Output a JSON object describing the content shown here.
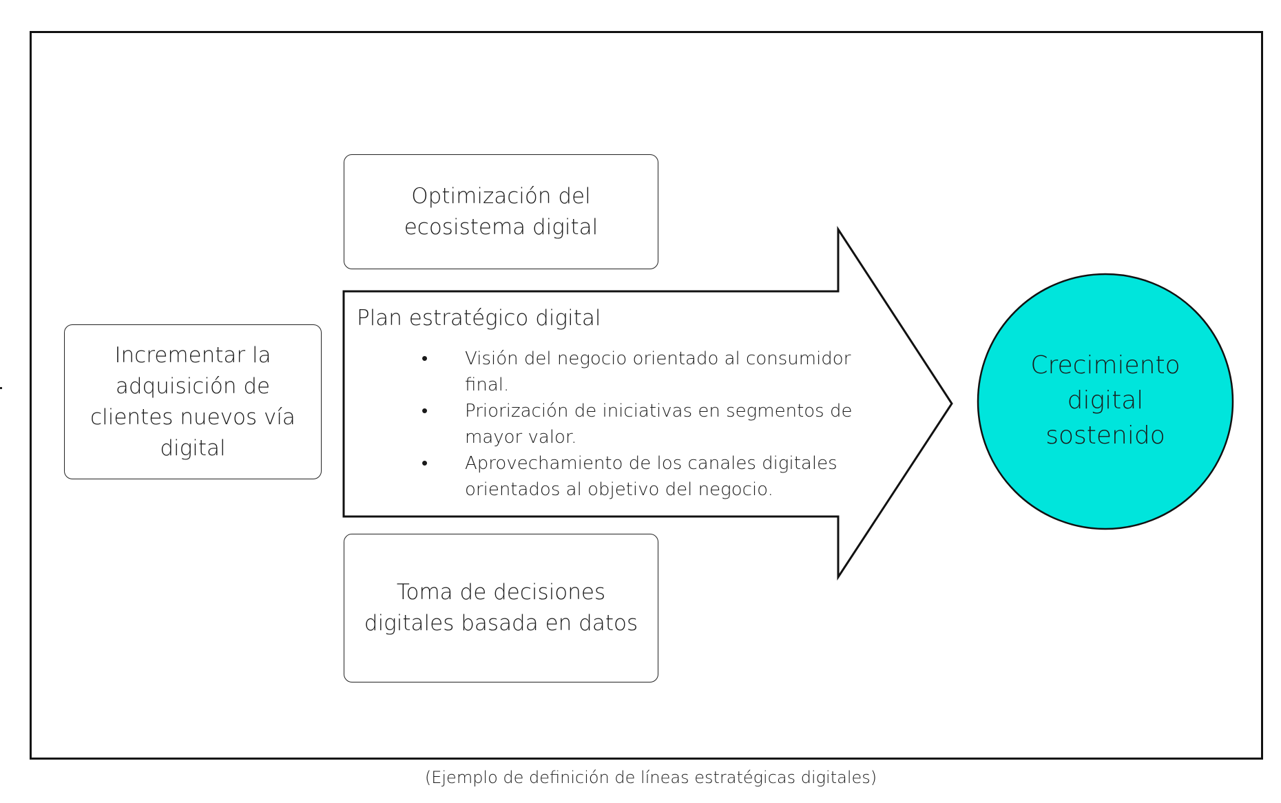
{
  "diagram": {
    "left_box": {
      "lines": [
        "Incrementar la",
        "adquisición de",
        "clientes nuevos vía",
        "digital"
      ]
    },
    "top_box": {
      "lines": [
        "Optimización del",
        "ecosistema digital"
      ]
    },
    "bottom_box": {
      "lines": [
        "Toma de decisiones",
        "digitales basada en datos"
      ]
    },
    "arrow": {
      "title": "Plan estratégico digital",
      "bullet_symbol": "•",
      "items": [
        "Visión del negocio orientado al consumidor final.",
        "Priorización de iniciativas en segmentos de mayor valor.",
        "Aprovechamiento de los canales digitales orientados al objetivo del negocio."
      ]
    },
    "circle": {
      "lines": [
        "Crecimiento",
        "digital",
        "sostenido"
      ],
      "fill_color": "#00E5DC"
    }
  },
  "caption": "(Ejemplo de definición de líneas estratégicas digitales)"
}
